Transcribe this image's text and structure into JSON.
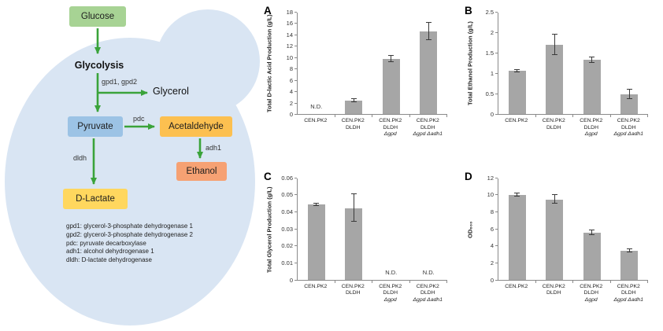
{
  "diagram": {
    "nodes": {
      "glucose": "Glucose",
      "glycolysis": "Glycolysis",
      "glycerol": "Glycerol",
      "pyruvate": "Pyruvate",
      "acetaldehyde": "Acetaldehyde",
      "ethanol": "Ethanol",
      "dlactate": "D-Lactate"
    },
    "edge_labels": {
      "gpd": "gpd1, gpd2",
      "pdc": "pdc",
      "adh1": "adh1",
      "dldh": "dldh"
    },
    "legend": [
      "gpd1: glycerol-3-phosphate dehydrogenase 1",
      "gpd2: glycerol-3-phosphate dehydrogenase 2",
      "pdc: pyruvate decarboxylase",
      "adh1: alcohol dehydrogenase 1",
      "dldh: D-lactate dehydrogenase"
    ]
  },
  "colors": {
    "cell": "#d9e5f3",
    "arrow": "#3aa33a",
    "glucose_box": "#a7d394",
    "pyruvate_box": "#9cc3e5",
    "acetaldehyde_box": "#fcc050",
    "ethanol_box": "#f6a173",
    "dlactate_box": "#ffd75e",
    "bar": "#a6a6a6"
  },
  "chart_data": [
    {
      "panel": "A",
      "type": "bar",
      "ylabel": "Total D-lactic Acid Production (g/L)",
      "ylim": [
        0,
        18
      ],
      "yticks": [
        "0",
        "2",
        "4",
        "6",
        "8",
        "10",
        "12",
        "14",
        "16",
        "18"
      ],
      "categories": [
        [
          "CEN.PK2"
        ],
        [
          "CEN.PK2",
          "DLDH"
        ],
        [
          "CEN.PK2",
          "DLDH",
          "Δgpd"
        ],
        [
          "CEN.PK2",
          "DLDH",
          "Δgpd Δadh1"
        ]
      ],
      "values": [
        null,
        2.4,
        9.7,
        14.5
      ],
      "errors": [
        null,
        0.3,
        0.5,
        1.5
      ],
      "nd_label": "N.D.",
      "bar_color": "#a6a6a6",
      "legend_position": "none",
      "grid": false
    },
    {
      "panel": "B",
      "type": "bar",
      "ylabel": "Total Ethanol Production (g/L)",
      "ylim": [
        0,
        2.5
      ],
      "yticks": [
        "0",
        "0.5",
        "1",
        "1.5",
        "2",
        "2.5"
      ],
      "categories": [
        [
          "CEN.PK2"
        ],
        [
          "CEN.PK2",
          "DLDH"
        ],
        [
          "CEN.PK2",
          "DLDH",
          "Δgpd"
        ],
        [
          "CEN.PK2",
          "DLDH",
          "Δgpd Δadh1"
        ]
      ],
      "values": [
        1.05,
        1.7,
        1.32,
        0.48
      ],
      "errors": [
        0.03,
        0.25,
        0.07,
        0.12
      ],
      "nd_label": "N.D.",
      "bar_color": "#a6a6a6",
      "legend_position": "none",
      "grid": false
    },
    {
      "panel": "C",
      "type": "bar",
      "ylabel": "Total Glycerol Production (g/L)",
      "ylim": [
        0,
        0.06
      ],
      "yticks": [
        "0",
        "0.01",
        "0.02",
        "0.03",
        "0.04",
        "0.05",
        "0.06"
      ],
      "categories": [
        [
          "CEN.PK2"
        ],
        [
          "CEN.PK2",
          "DLDH"
        ],
        [
          "CEN.PK2",
          "DLDH",
          "Δgpd"
        ],
        [
          "CEN.PK2",
          "DLDH",
          "Δgpd Δadh1"
        ]
      ],
      "values": [
        0.044,
        0.042,
        null,
        null
      ],
      "errors": [
        0.0007,
        0.008,
        null,
        null
      ],
      "nd_label": "N.D.",
      "bar_color": "#a6a6a6",
      "legend_position": "none",
      "grid": false
    },
    {
      "panel": "D",
      "type": "bar",
      "ylabel": "OD₆₀₀",
      "ylim": [
        0,
        12
      ],
      "yticks": [
        "0",
        "2",
        "4",
        "6",
        "8",
        "10",
        "12"
      ],
      "categories": [
        [
          "CEN.PK2"
        ],
        [
          "CEN.PK2",
          "DLDH"
        ],
        [
          "CEN.PK2",
          "DLDH",
          "Δgpd"
        ],
        [
          "CEN.PK2",
          "DLDH",
          "Δgpd Δadh1"
        ]
      ],
      "values": [
        9.9,
        9.4,
        5.5,
        3.4
      ],
      "errors": [
        0.2,
        0.5,
        0.3,
        0.2
      ],
      "nd_label": "N.D.",
      "bar_color": "#a6a6a6",
      "legend_position": "none",
      "grid": false
    }
  ]
}
